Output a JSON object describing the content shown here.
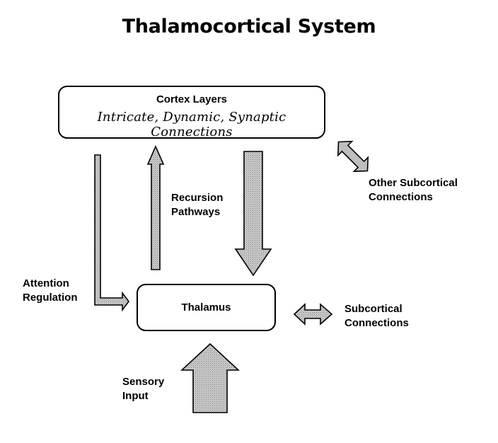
{
  "title": "Thalamocortical System",
  "cortex": {
    "heading": "Cortex Layers",
    "subtitle": "Intricate, Dynamic, Synaptic Connections"
  },
  "thalamus": {
    "label": "Thalamus"
  },
  "labels": {
    "recursion": [
      "Recursion",
      "Pathways"
    ],
    "other_subcortical": [
      "Other Subcortical",
      "Connections"
    ],
    "attention": [
      "Attention",
      "Regulation"
    ],
    "subcortical": [
      "Subcortical",
      "Connections"
    ],
    "sensory": [
      "Sensory",
      "Input"
    ]
  },
  "colors": {
    "arrow_fill": "#c8c8c8",
    "arrow_dots": "#7a7a7a",
    "stroke": "#000000"
  }
}
